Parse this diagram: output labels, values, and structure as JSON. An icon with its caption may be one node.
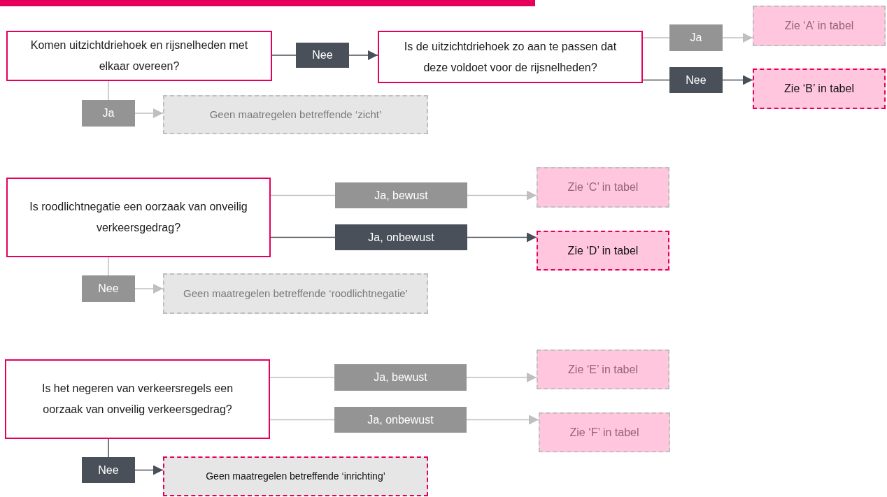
{
  "diagram": {
    "nodes": [
      {
        "text": [
          "Komen uitzichtdriehoek en rijsnelheden met elkaar overeen?"
        ]
      },
      {
        "text": [
          "Nee"
        ]
      },
      {
        "text": [
          "Is de uitzichtdriehoek zo aan te passen dat deze voldoet voor de rijsnelheden?"
        ]
      },
      {
        "text": [
          "Ja"
        ]
      },
      {
        "text": [
          "Zie ‘A’ in tabel"
        ]
      },
      {
        "text": [
          "Nee"
        ]
      },
      {
        "text": [
          "Zie ‘B’ in tabel"
        ]
      },
      {
        "text": [
          "Ja"
        ]
      },
      {
        "text": [
          "Geen maatregelen betreffende ‘zicht’"
        ]
      },
      {
        "text": [
          "Is roodlichtnegatie een oorzaak van onveilig verkeersgedrag?"
        ]
      },
      {
        "text": [
          "Ja, bewust"
        ]
      },
      {
        "text": [
          "Zie ‘C’ in tabel"
        ]
      },
      {
        "text": [
          "Ja, onbewust"
        ]
      },
      {
        "text": [
          "Zie ‘D’ in tabel"
        ]
      },
      {
        "text": [
          "Nee"
        ]
      },
      {
        "text": [
          "Geen maatregelen betreffende ‘roodlichtnegatie’"
        ]
      },
      {
        "text": [
          "Is het negeren van verkeersregels een oorzaak van onveilig verkeersgedrag?"
        ]
      },
      {
        "text": [
          "Ja, bewust"
        ]
      },
      {
        "text": [
          "Zie ‘E’ in tabel"
        ]
      },
      {
        "text": [
          "Ja, onbewust"
        ]
      },
      {
        "text": [
          "Zie ‘F’ in tabel"
        ]
      },
      {
        "text": [
          "Nee"
        ]
      },
      {
        "text": [
          "Geen maatregelen betreffende ‘inrichting’"
        ]
      }
    ],
    "edges": [
      {
        "from": 0,
        "to": 1,
        "arrow": "none",
        "color": "#4a5059"
      },
      {
        "from": 1,
        "to": 2,
        "arrow": "to",
        "color": "#4a5059"
      },
      {
        "from": 2,
        "to": 3,
        "arrow": "none"
      },
      {
        "from": 3,
        "to": 4,
        "arrow": "to"
      },
      {
        "from": 2,
        "to": 5,
        "arrow": "none",
        "color": "#4a5059"
      },
      {
        "from": 5,
        "to": 6,
        "arrow": "to",
        "color": "#4a5059"
      },
      {
        "from": 0,
        "to": 7,
        "arrow": "none"
      },
      {
        "from": 7,
        "to": 8,
        "arrow": "to"
      },
      {
        "from": 9,
        "to": 10,
        "arrow": "none"
      },
      {
        "from": 10,
        "to": 11,
        "arrow": "to"
      },
      {
        "from": 9,
        "to": 12,
        "arrow": "none",
        "color": "#4a5059"
      },
      {
        "from": 12,
        "to": 13,
        "arrow": "to",
        "color": "#4a5059"
      },
      {
        "from": 9,
        "to": 14,
        "arrow": "none"
      },
      {
        "from": 14,
        "to": 15,
        "arrow": "to"
      },
      {
        "from": 16,
        "to": 17,
        "arrow": "none"
      },
      {
        "from": 17,
        "to": 18,
        "arrow": "to"
      },
      {
        "from": 16,
        "to": 19,
        "arrow": "none"
      },
      {
        "from": 19,
        "to": 20,
        "arrow": "to"
      },
      {
        "from": 16,
        "to": 21,
        "arrow": "none",
        "color": "#4a5059"
      },
      {
        "from": 21,
        "to": 22,
        "arrow": "to",
        "color": "#4a5059"
      }
    ]
  }
}
